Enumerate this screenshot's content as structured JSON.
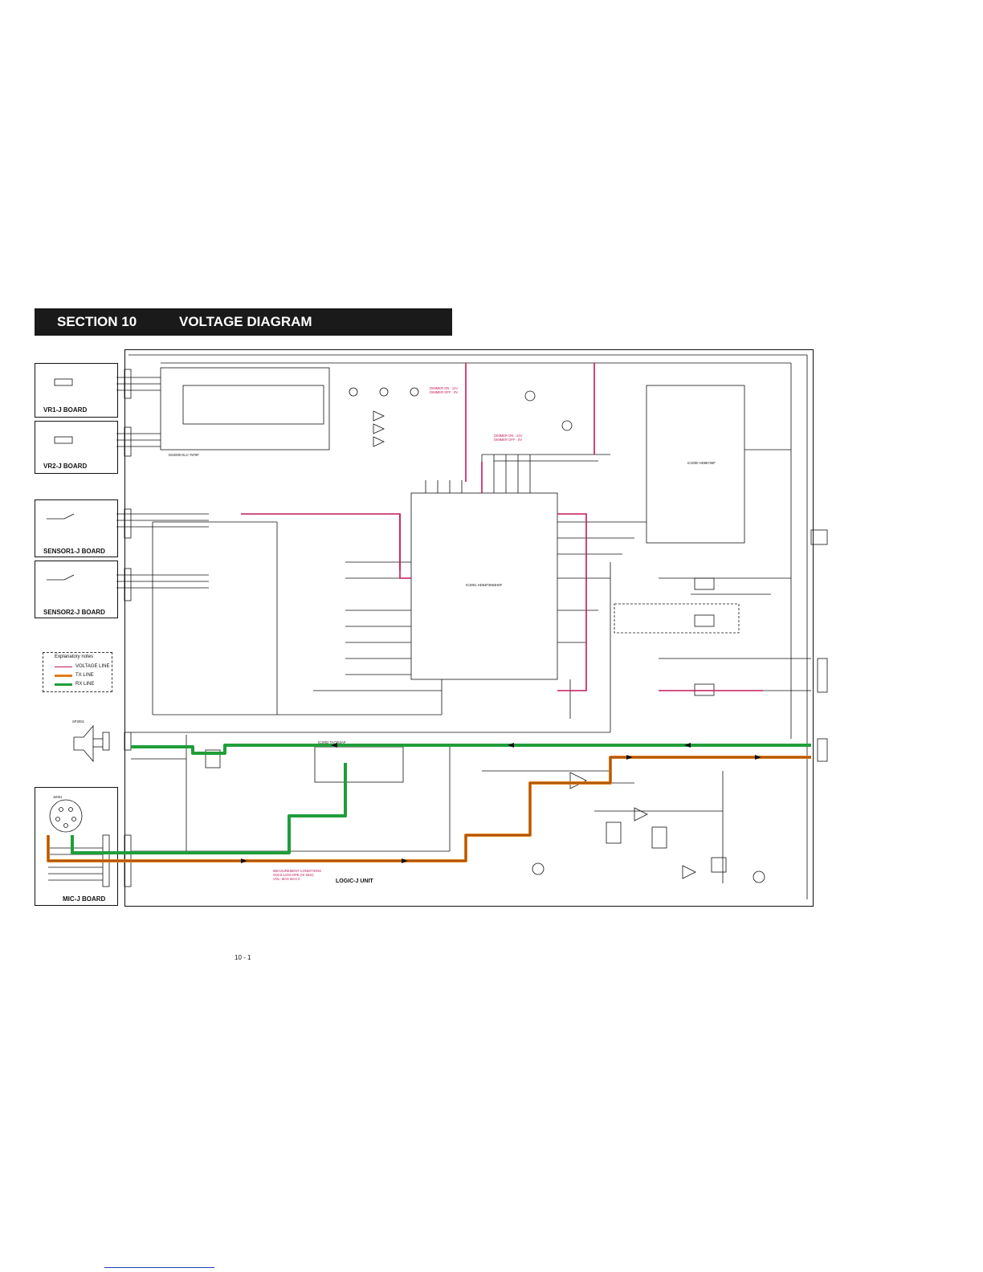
{
  "header": {
    "section": "SECTION 10",
    "title": "VOLTAGE DIAGRAM"
  },
  "boards": {
    "vr1": "VR1-J BOARD",
    "vr2": "VR2-J BOARD",
    "sensor1": "SENSOR1-J BOARD",
    "sensor2": "SENSOR2-J BOARD",
    "mic": "MIC-J BOARD",
    "logic": "LOGIC-J UNIT"
  },
  "legend": {
    "title": "Explanatory notes",
    "items": [
      {
        "label": "VOLTAGE LINE",
        "color": "#c2185b"
      },
      {
        "label": "TX LINE",
        "color": "#e07b1a"
      },
      {
        "label": "RX LINE",
        "color": "#1f9e3a"
      }
    ]
  },
  "components": {
    "display": "DS2000 DLC-7979F",
    "cpu": "IC2001 HD64F3664H6F",
    "lcd_driver": "IC2000 HD66726F",
    "amp": "IC2002 TA7252AP",
    "speaker": "SP2001",
    "mic_jack": "J2001",
    "measure": "MEASUREMENT CONDITIONS",
    "measure2": "OSCILLOSCOPE (Hi MHz)",
    "measure3": "VOL: MAX  MAX 0",
    "dimmer_on": "DIMMER ON : 11V",
    "dimmer_off": "DIMMER OFF : 0V",
    "dimmer2_on": "DIMMER ON : 12V",
    "dimmer2_off": "DIMMER OFF : 0V"
  },
  "page": {
    "number": "10 - 1"
  },
  "colors": {
    "voltage": "#c2185b",
    "tx": "#e07b1a",
    "rx": "#1f9e3a",
    "line": "#111111",
    "banner": "#1a1a1a"
  }
}
